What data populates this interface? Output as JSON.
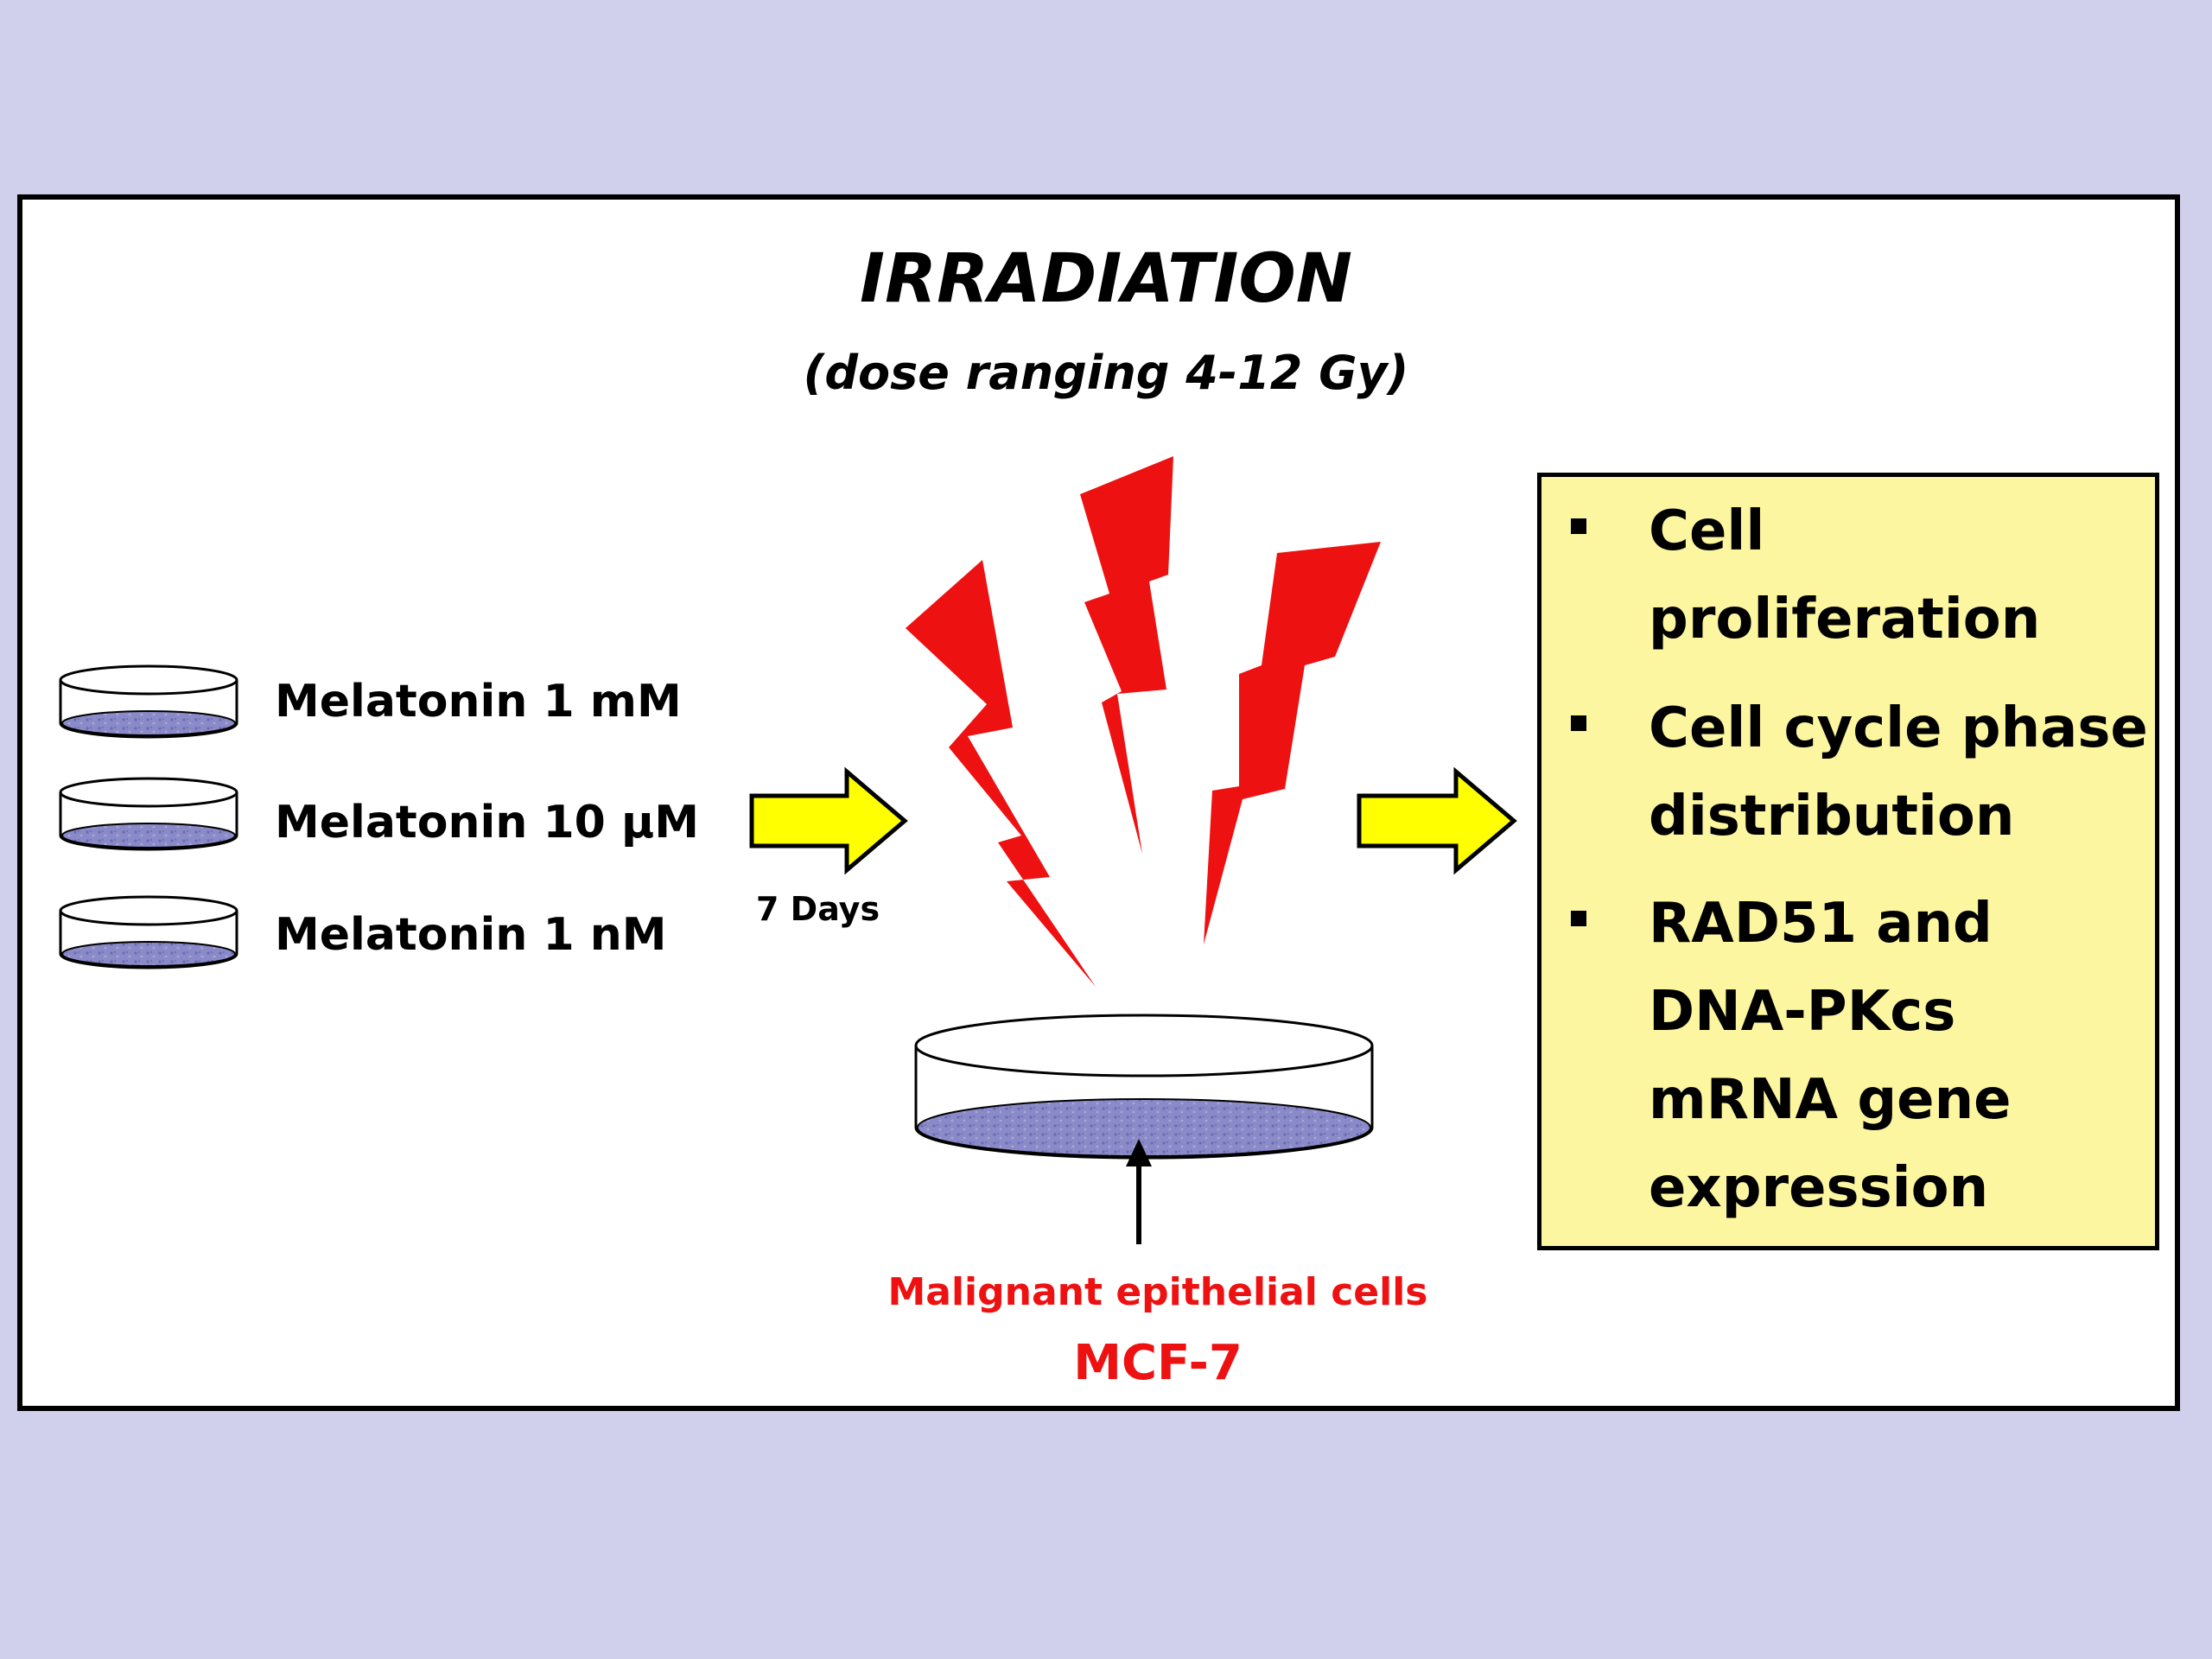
{
  "header": {
    "title": "IRRADIATION",
    "subtitle": "(dose ranging 4-12 Gy)"
  },
  "treatments": {
    "items": [
      {
        "label": "Melatonin 1 mM"
      },
      {
        "label": "Melatonin 10 µM"
      },
      {
        "label": "Melatonin 1 nM"
      }
    ]
  },
  "step": {
    "duration_label": "7 Days"
  },
  "cells": {
    "type_label": "Malignant epithelial cells",
    "line_label": "MCF-7"
  },
  "outcomes": {
    "items": [
      {
        "text": "Cell proliferation"
      },
      {
        "text": "Cell cycle phase distribution"
      },
      {
        "text": "RAD51 and DNA-PKcs mRNA gene expression"
      }
    ]
  },
  "colors": {
    "background": "#d0d0ec",
    "lightning": "#ee1111",
    "arrow_fill": "#ffff00",
    "outcome_box": "#fcf6a0",
    "cell_layer": "#8a8ac8",
    "cell_label": "#ee1111"
  }
}
